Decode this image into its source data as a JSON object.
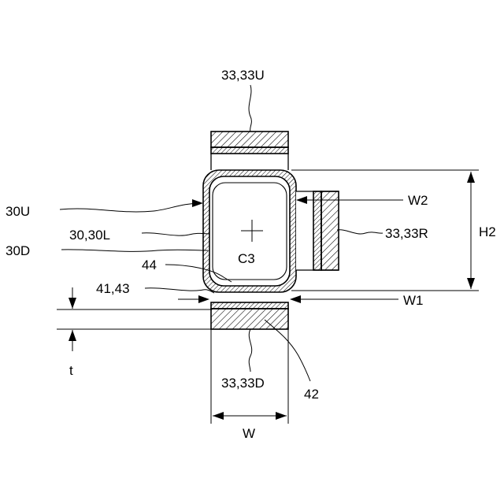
{
  "labels": {
    "top_member": "33,33U",
    "upper_ref": "30U",
    "lower_ref": "30D",
    "inner_part": "30,30L",
    "contact": "44",
    "center": "C3",
    "side_member": "33,33R",
    "weld": "41,43",
    "bottom_member": "33,33D",
    "plate": "42",
    "width_w2": "W2",
    "width_w1": "W1",
    "height_h2": "H2",
    "thickness": "t",
    "width": "W"
  }
}
